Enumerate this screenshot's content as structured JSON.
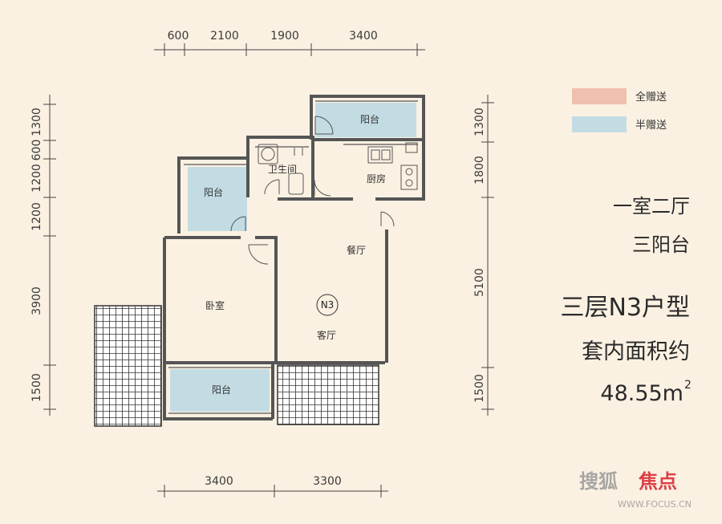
{
  "dimensions": {
    "top": [
      "600",
      "2100",
      "1900",
      "3400"
    ],
    "bottom": [
      "3400",
      "3300"
    ],
    "left": [
      "1300",
      "600",
      "1200",
      "1200",
      "3900",
      "1500"
    ],
    "right": [
      "1300",
      "1800",
      "5100",
      "1500"
    ]
  },
  "legend": {
    "full_gift": {
      "label": "全赠送",
      "color": "#eec0ad"
    },
    "half_gift": {
      "label": "半赠送",
      "color": "#c3dce4"
    }
  },
  "rooms": {
    "balcony_top": "阳台",
    "bathroom": "卫生间",
    "kitchen": "厨房",
    "balcony_left": "阳台",
    "dining": "餐厅",
    "bedroom": "卧室",
    "living": "客厅",
    "unit_badge": "N3",
    "balcony_bottom": "阳台"
  },
  "info": {
    "layout": "一室二厅",
    "balconies": "三阳台",
    "unit_title": "三层N3户型",
    "area_label": "套内面积约",
    "area_value": "48.55m",
    "area_unit_sup": "2"
  },
  "watermark": {
    "brand_a": "搜狐",
    "brand_b": "焦点",
    "url": "WWW.FOCUS.CN"
  },
  "colors": {
    "background": "#fbf1e2",
    "wall": "#555555",
    "half_gift": "#c3dce4",
    "brand_red": "#d8202c"
  }
}
